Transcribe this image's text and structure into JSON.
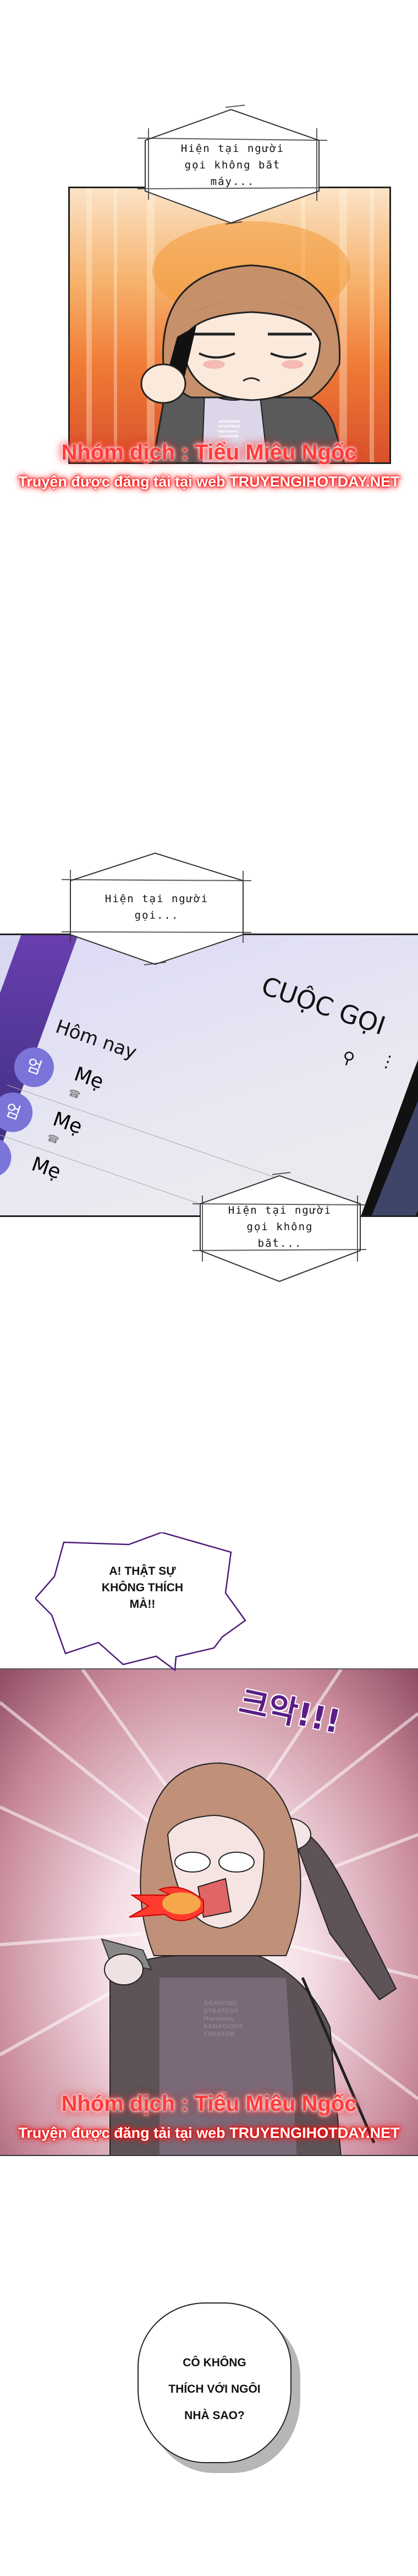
{
  "bubbles": {
    "b1": {
      "lines": [
        "Hiện tại người",
        "gọi không bắt",
        "máy..."
      ]
    },
    "b2": {
      "lines": [
        "Hiện tại người",
        "gọi..."
      ]
    },
    "b3": {
      "lines": [
        "Hiện tại người",
        "gọi không",
        "bắt..."
      ]
    },
    "b4": {
      "lines": [
        "A! THẬT SỰ",
        "KHÔNG THÍCH",
        "MÀ!!"
      ]
    },
    "b5": {
      "lines": [
        "CÔ KHÔNG",
        "THÍCH VỚI NGÔI",
        "NHÀ SAO?"
      ]
    }
  },
  "phone": {
    "title": "CUỘC GỌI",
    "section": "Hôm nay",
    "avatar_label": "엄",
    "contacts": [
      "Mẹ",
      "Mẹ",
      "Mẹ"
    ],
    "icons": [
      "search-icon",
      "more-vertical-icon",
      "missed-call-icon"
    ],
    "accent": "#7b74d9"
  },
  "sfx": "크악!!!",
  "shirt_text": [
    "AGAVOND",
    "STRATEGY",
    "Harmony",
    "SAGACIOUS",
    "CREATOR"
  ],
  "watermark": {
    "group": "Nhóm dịch : Tiểu Miêu Ngốc",
    "site": "Truyện được đăng tải tại web TRUYENGIHOTDAY.NET",
    "color": "#ff3030"
  }
}
